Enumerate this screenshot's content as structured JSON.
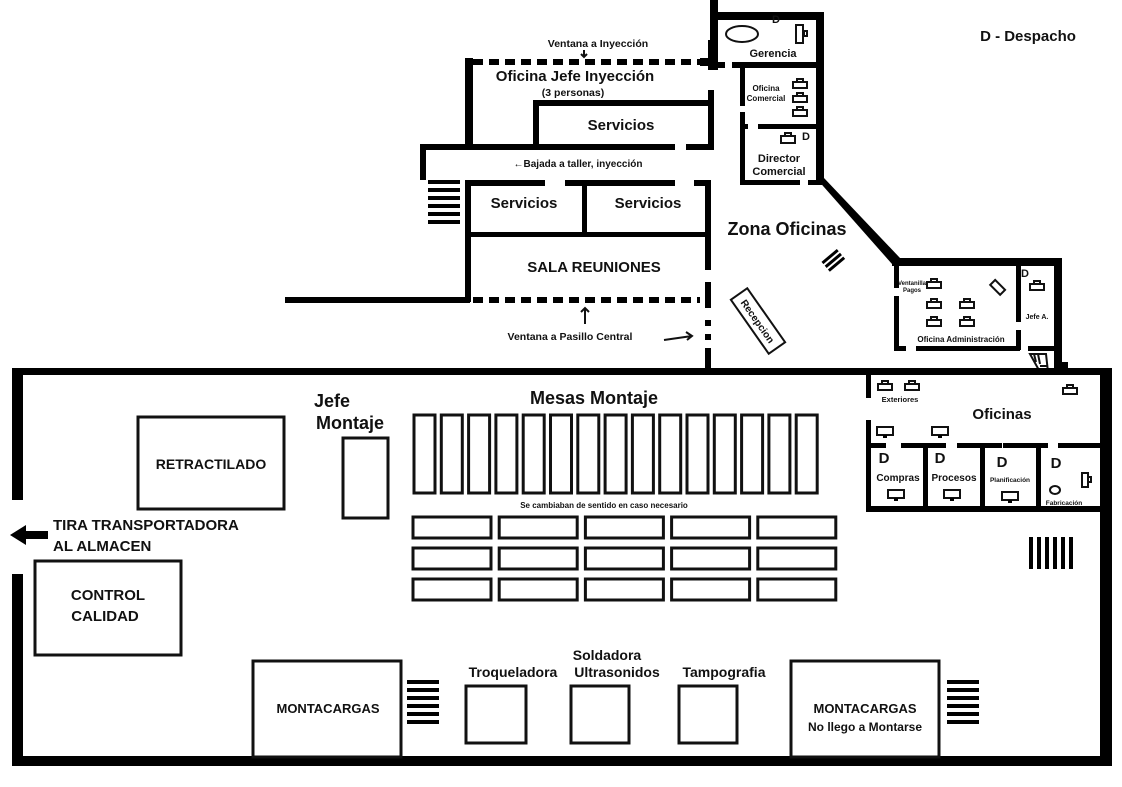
{
  "legend": {
    "text": "D - Despacho"
  },
  "offices_block": {
    "gerencia": {
      "label": "Gerencia",
      "mark": "D"
    },
    "oficina_comercial": {
      "line1": "Oficina",
      "line2": "Comercial"
    },
    "director_comercial": {
      "line1": "Director",
      "line2": "Comercial",
      "mark": "D"
    },
    "ventana_inyeccion": "Ventana a Inyección",
    "oficina_jefe_inyeccion": {
      "title": "Oficina Jefe Inyección",
      "subtitle": "(3 personas)"
    },
    "servicios_top": "Servicios",
    "bajada_taller": "←Bajada a taller, inyección",
    "servicios_left": "Servicios",
    "servicios_right": "Servicios",
    "sala_reuniones": "SALA REUNIONES",
    "ventana_pasillo": "Ventana a Pasillo Central",
    "zona_oficinas": "Zona Oficinas",
    "recepcion": "Recepcion",
    "administracion": {
      "ventanilla_line1": "Ventanilla",
      "ventanilla_line2": "Pagos",
      "label": "Oficina Administración",
      "jefe_a": "Jefe A.",
      "mark": "D"
    }
  },
  "factory": {
    "retractilado": "RETRACTILADO",
    "jefe_montaje_line1": "Jefe",
    "jefe_montaje_line2": "Montaje",
    "mesas_montaje": "Mesas Montaje",
    "vertical_tables_count": 15,
    "horizontal_tables_grid": {
      "columns": 5,
      "rows": 3
    },
    "mesas_note": "Se cambiaban de sentido en caso necesario",
    "tira_line1": "TIRA TRANSPORTADORA",
    "tira_line2": "AL ALMACEN",
    "control_line1": "CONTROL",
    "control_line2": "CALIDAD",
    "montacargas_left": "MONTACARGAS",
    "troqueladora": "Troqueladora",
    "soldadora_line1": "Soldadora",
    "soldadora_line2": "Ultrasonidos",
    "tampografia": "Tampografia",
    "montacargas_right_line1": "MONTACARGAS",
    "montacargas_right_line2": "No llego a Montarse",
    "oficinas": {
      "title": "Oficinas",
      "exteriores": "Exteriores",
      "rooms": [
        {
          "name": "Compras",
          "mark": "D"
        },
        {
          "name": "Procesos",
          "mark": "D"
        },
        {
          "name": "Planificación",
          "mark": "D"
        },
        {
          "name": "Fabricación",
          "mark": "D"
        }
      ]
    }
  }
}
